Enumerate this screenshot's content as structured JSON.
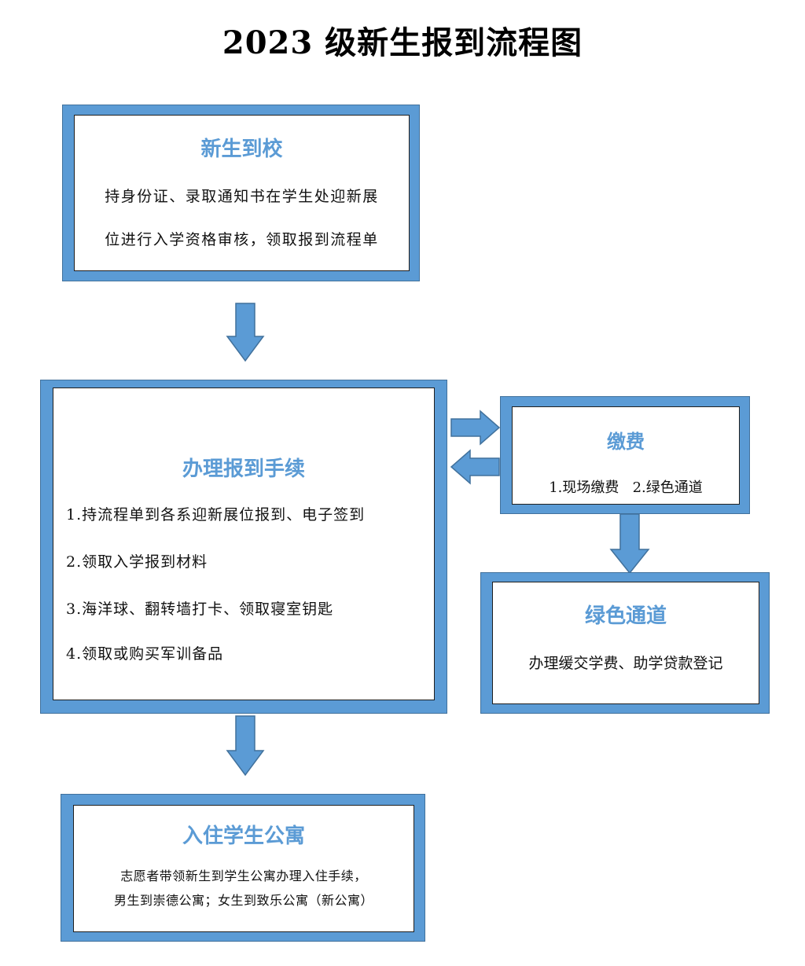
{
  "title": "2023 级新生报到流程图",
  "colors": {
    "box_fill": "#5b9bd5",
    "box_stroke": "#41719c",
    "heading": "#5b9bd5",
    "text": "#111111"
  },
  "arrival": {
    "heading": "新生到校",
    "lines": [
      "持身份证、录取通知书在学生处迎新展",
      "位进行入学资格审核，领取报到流程单"
    ]
  },
  "procedures": {
    "heading": "办理报到手续",
    "steps": [
      "1.持流程单到各系迎新展位报到、电子签到",
      "2.领取入学报到材料",
      "3.海洋球、翻转墙打卡、领取寝室钥匙",
      "4.领取或购买军训备品"
    ]
  },
  "payment": {
    "heading": "缴费",
    "options": "1.现场缴费   2.绿色通道"
  },
  "green_channel": {
    "heading": "绿色通道",
    "line": "办理缓交学费、助学贷款登记"
  },
  "dormitory": {
    "heading": "入住学生公寓",
    "lines": [
      "志愿者带领新生到学生公寓办理入住手续，",
      "男生到崇德公寓；女生到致乐公寓（新公寓）"
    ]
  }
}
